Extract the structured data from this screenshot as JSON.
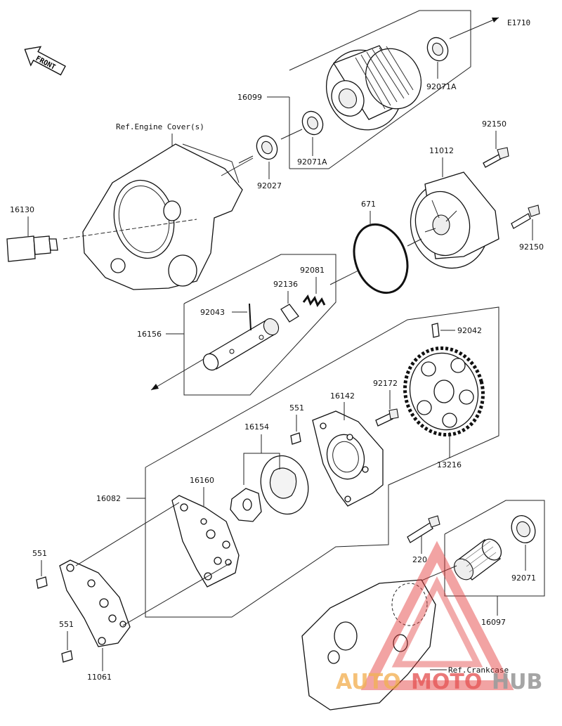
{
  "diagram_code": "E1710",
  "front_label": "FRONT",
  "references": {
    "engine_cover": "Ref.Engine Cover(s)",
    "crankcase": "Ref.Crankcase"
  },
  "parts": {
    "p16099": "16099",
    "p92071A_top": "92071A",
    "p92071A_bottom": "92071A",
    "p92027": "92027",
    "p92150_top": "92150",
    "p11012": "11012",
    "p92150_right": "92150",
    "p671": "671",
    "p16130": "16130",
    "p92081": "92081",
    "p92136": "92136",
    "p92043": "92043",
    "p16156": "16156",
    "p92042": "92042",
    "p92172": "92172",
    "p16142": "16142",
    "p551_mid": "551",
    "p16154": "16154",
    "p16082": "16082",
    "p16160": "16160",
    "p13216": "13216",
    "p551_left": "551",
    "p551_bottom": "551",
    "p11061": "11061",
    "p220": "220",
    "p92071": "92071",
    "p16097": "16097"
  },
  "watermark": {
    "part1": "AUTO",
    "part2": "MOTO",
    "part3": "HUB",
    "color_red": "#e23b3b",
    "color_orange": "#f0a43a",
    "color_gray": "#8a8a8a"
  }
}
